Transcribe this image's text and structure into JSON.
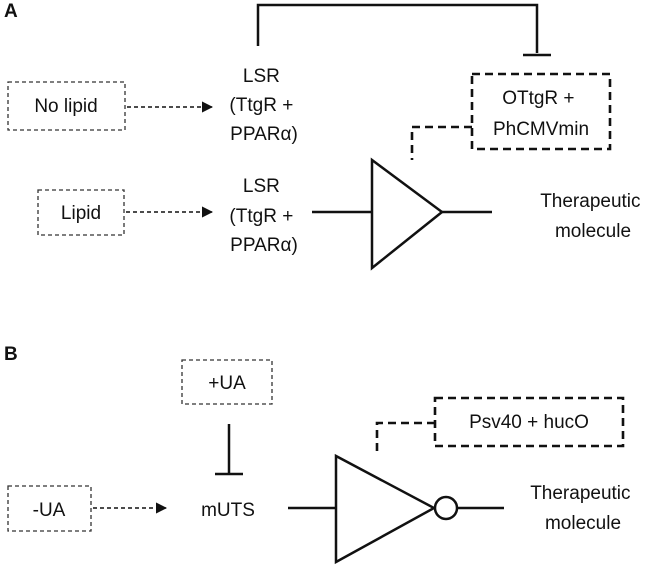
{
  "panel_a": {
    "letter": "A",
    "no_lipid": "No lipid",
    "lipid": "Lipid",
    "lsr_top": [
      "LSR",
      "(TtgR +",
      "PPARα)"
    ],
    "lsr_bottom": [
      "LSR",
      "(TtgR +",
      "PPARα)"
    ],
    "operator": [
      "OTtgR +",
      "PhCMVmin"
    ],
    "output": [
      "Therapeutic",
      "molecule"
    ]
  },
  "panel_b": {
    "letter": "B",
    "plus_ua": "+UA",
    "minus_ua": "-UA",
    "sensor": "mUTS",
    "operator": "Psv40 + hucO",
    "output": [
      "Therapeutic",
      "molecule"
    ]
  }
}
